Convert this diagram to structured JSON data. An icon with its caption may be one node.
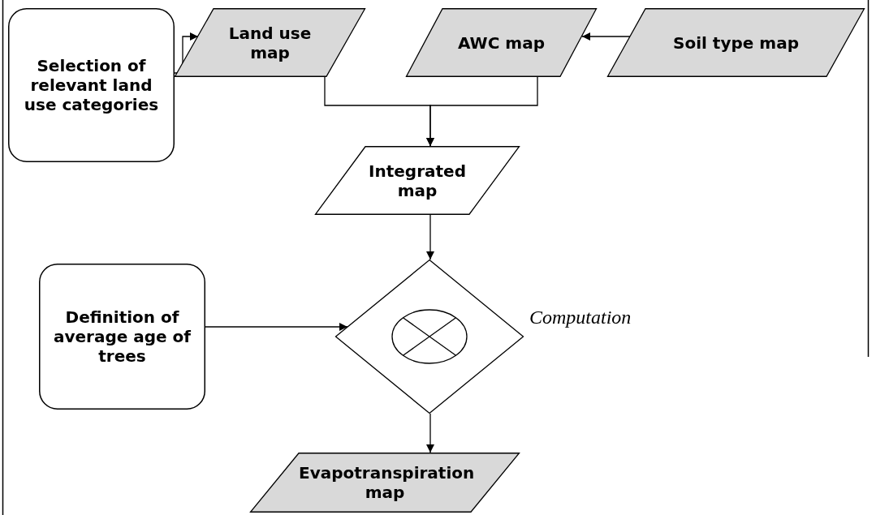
{
  "diagram": {
    "nodes": [
      {
        "text": [
          "Selection of relevant land use categories"
        ]
      },
      {
        "text": [
          "Land use map"
        ]
      },
      {
        "text": [
          "AWC map"
        ]
      },
      {
        "text": [
          "Soil type map"
        ]
      },
      {
        "text": [
          "Integrated map"
        ]
      },
      {
        "text": [],
        "shape": "diamond",
        "beside": [
          "Computation"
        ]
      },
      {
        "text": [
          "Definition of average age of trees"
        ]
      },
      {
        "text": [
          "Evapotranspiration map"
        ]
      }
    ],
    "edges": [
      {
        "from": 0,
        "to": 1,
        "arrow": "to"
      },
      {
        "from": 3,
        "to": 2,
        "arrow": "to"
      },
      {
        "from": 1,
        "to": 4,
        "arrow": "to"
      },
      {
        "from": 2,
        "to": 4,
        "arrow": "to"
      },
      {
        "from": 4,
        "to": 5,
        "arrow": "to"
      },
      {
        "from": 6,
        "to": 5,
        "arrow": "to"
      },
      {
        "from": 5,
        "to": 7,
        "arrow": "to"
      }
    ]
  }
}
